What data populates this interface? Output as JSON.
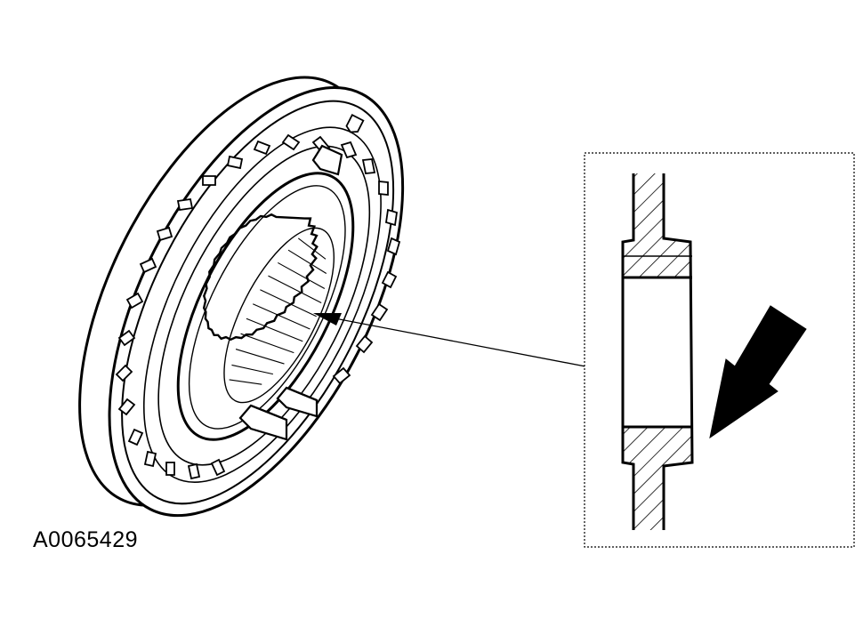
{
  "figure": {
    "id_label": "A0065429",
    "line_color": "#000000",
    "background": "#ffffff",
    "components": {
      "main_part": "synchronizer-hub",
      "detail": "cross-section-detail",
      "pointer": "arrow"
    }
  }
}
